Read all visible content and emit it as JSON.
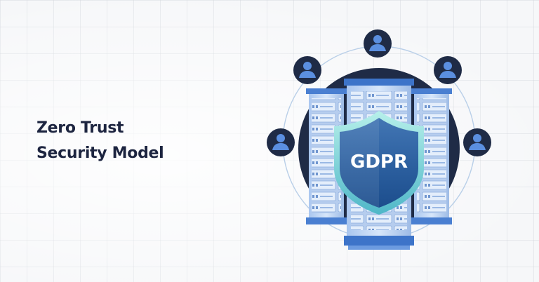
{
  "headline": {
    "line1": "Zero Trust",
    "line2": "Security Model"
  },
  "shield": {
    "label": "GDPR"
  },
  "colors": {
    "navy": "#1f2b46",
    "blue": "#3d74c9",
    "light_blue": "#8fb8ec",
    "text": "#1d2540"
  },
  "icons": [
    "user-icon",
    "shield-icon",
    "server-rack-icon"
  ]
}
